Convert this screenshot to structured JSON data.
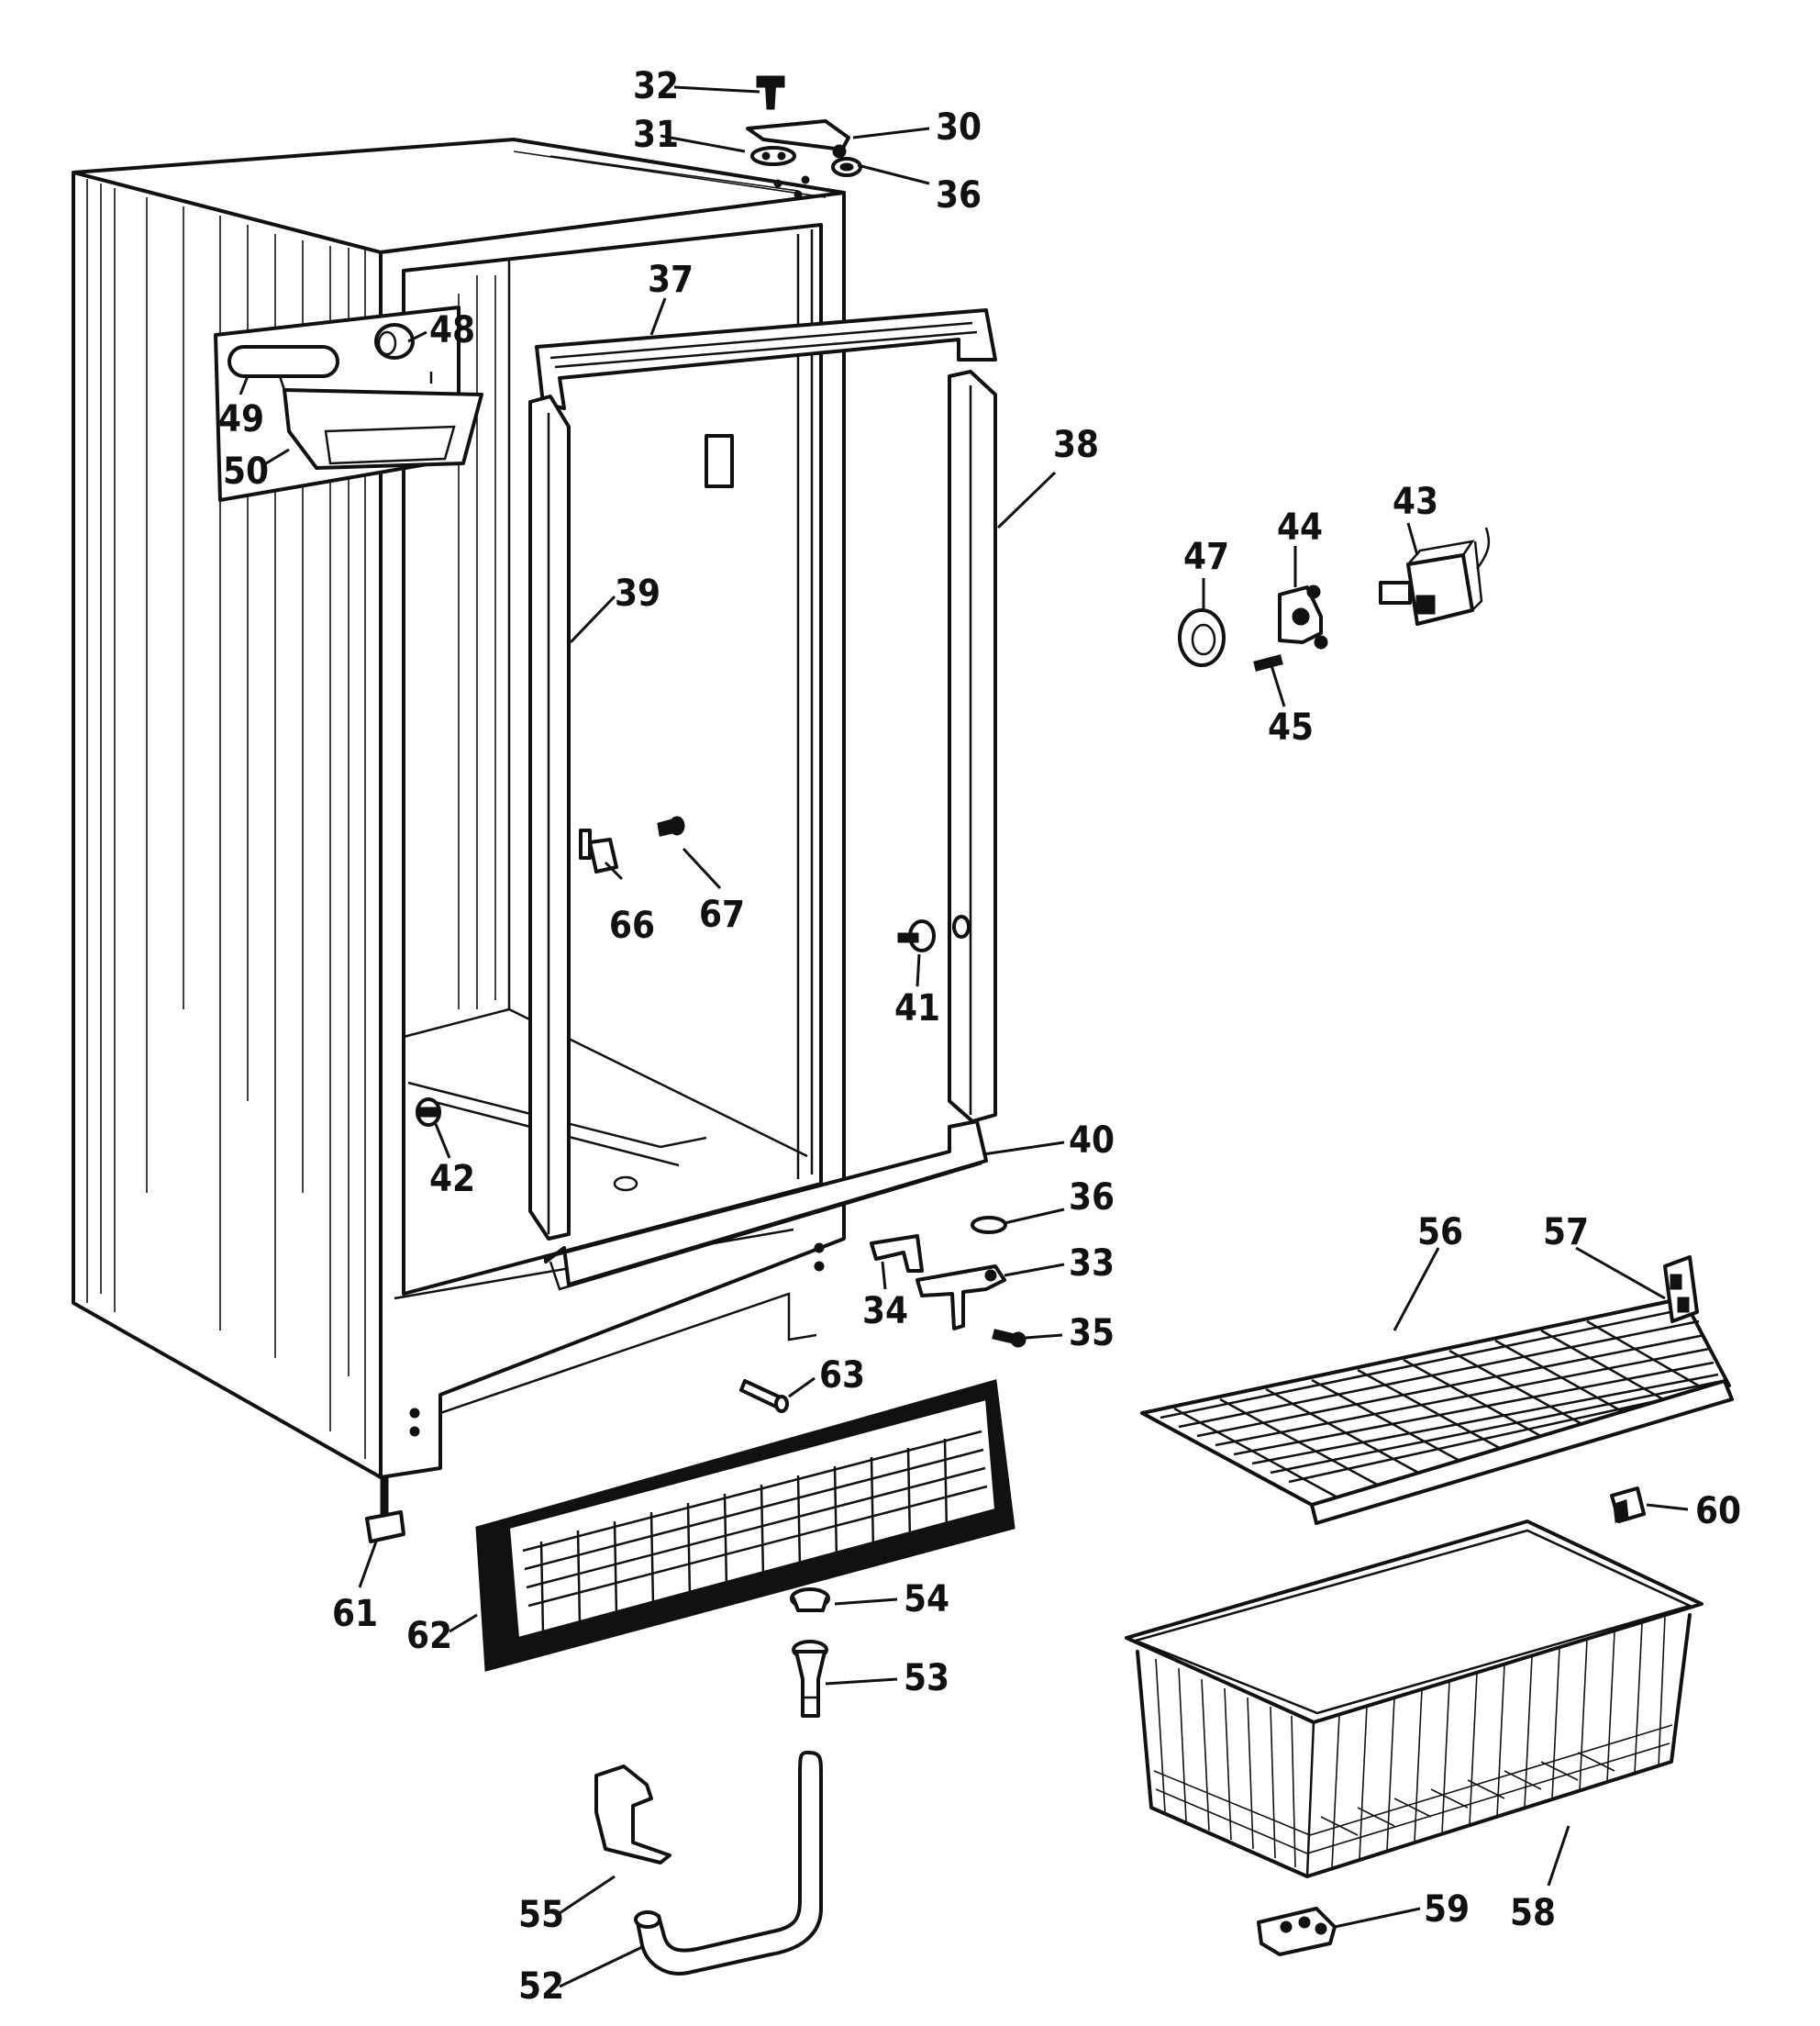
{
  "diagram": {
    "callouts": [
      {
        "id": "p30",
        "text": "30"
      },
      {
        "id": "p31",
        "text": "31"
      },
      {
        "id": "p32",
        "text": "32"
      },
      {
        "id": "p33",
        "text": "33"
      },
      {
        "id": "p34",
        "text": "34"
      },
      {
        "id": "p35",
        "text": "35"
      },
      {
        "id": "p36a",
        "text": "36"
      },
      {
        "id": "p36b",
        "text": "36"
      },
      {
        "id": "p37",
        "text": "37"
      },
      {
        "id": "p38",
        "text": "38"
      },
      {
        "id": "p39",
        "text": "39"
      },
      {
        "id": "p40",
        "text": "40"
      },
      {
        "id": "p41",
        "text": "41"
      },
      {
        "id": "p42",
        "text": "42"
      },
      {
        "id": "p43",
        "text": "43"
      },
      {
        "id": "p44",
        "text": "44"
      },
      {
        "id": "p45",
        "text": "45"
      },
      {
        "id": "p47",
        "text": "47"
      },
      {
        "id": "p48",
        "text": "48"
      },
      {
        "id": "p49",
        "text": "49"
      },
      {
        "id": "p50",
        "text": "50"
      },
      {
        "id": "p52",
        "text": "52"
      },
      {
        "id": "p53",
        "text": "53"
      },
      {
        "id": "p54",
        "text": "54"
      },
      {
        "id": "p55",
        "text": "55"
      },
      {
        "id": "p56",
        "text": "56"
      },
      {
        "id": "p57",
        "text": "57"
      },
      {
        "id": "p58",
        "text": "58"
      },
      {
        "id": "p59",
        "text": "59"
      },
      {
        "id": "p60",
        "text": "60"
      },
      {
        "id": "p61",
        "text": "61"
      },
      {
        "id": "p62",
        "text": "62"
      },
      {
        "id": "p63",
        "text": "63"
      },
      {
        "id": "p66",
        "text": "66"
      },
      {
        "id": "p67",
        "text": "67"
      }
    ]
  }
}
